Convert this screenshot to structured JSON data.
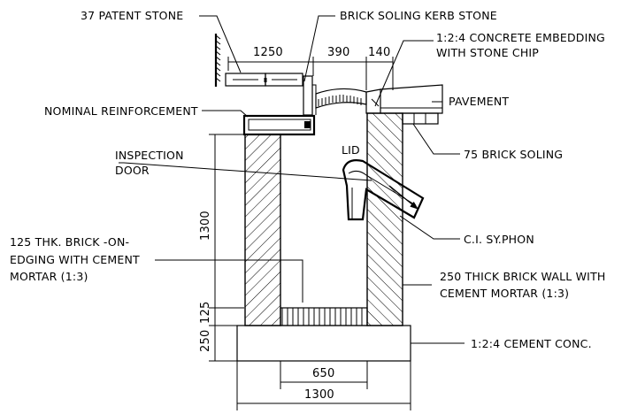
{
  "labels": {
    "patent_stone": "37 PATENT STONE",
    "brick_soling_kerb": "BRICK SOLING KERB STONE",
    "concrete_embedding_1": "1:2:4 CONCRETE EMBEDDING",
    "concrete_embedding_2": "WITH STONE CHIP",
    "pavement": "PAVEMENT",
    "nominal_reinforcement": "NOMINAL REINFORCEMENT",
    "brick_soling_75": "75 BRICK SOLING",
    "inspection_1": "INSPECTION",
    "inspection_2": "DOOR",
    "lid": "LID",
    "ci_syphon": "C.I. SY.PHON",
    "brick_edging_1": "125 THK. BRICK -ON-",
    "brick_edging_2": "EDGING WITH CEMENT",
    "brick_edging_3": "MORTAR  (1:3)",
    "brick_wall_1": "250 THICK BRICK WALL WITH",
    "brick_wall_2": "CEMENT MORTAR (1:3)",
    "cement_conc": "1:2:4 CEMENT CONC."
  },
  "dimensions": {
    "d1250": "1250",
    "d390": "390",
    "d140": "140",
    "d1300_v": "1300",
    "d125": "125",
    "d250": "250",
    "d650": "650",
    "d1300_h": "1300"
  }
}
